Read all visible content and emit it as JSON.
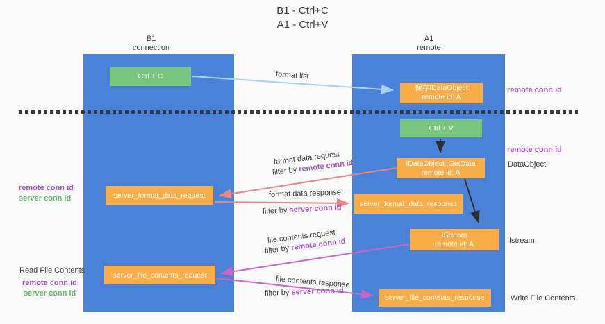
{
  "title": {
    "line1": "B1 - Ctrl+C",
    "line2": "A1 - Ctrl+V"
  },
  "lanes": {
    "b1": {
      "name": "B1",
      "subtitle": "connection"
    },
    "a1": {
      "name": "A1",
      "subtitle": "remote"
    }
  },
  "boxes": {
    "ctrl_c": {
      "label": "Ctrl + C"
    },
    "save_idataobject": {
      "line1": "保存IDataObject",
      "line2": "remote id: A"
    },
    "ctrl_v": {
      "label": "Ctrl + V"
    },
    "getdata": {
      "line1": "IDataObject::GetData",
      "line2": "remote id: A"
    },
    "server_format_data_request": {
      "label": "server_format_data_request"
    },
    "server_format_data_response": {
      "label": "server_format_data_response"
    },
    "istream": {
      "line1": "IStream",
      "line2": "remote id: A"
    },
    "server_file_contents_request": {
      "label": "server_file_contents_request"
    },
    "server_file_contents_response": {
      "label": "server_file_contents_response"
    }
  },
  "flows": {
    "format_list": {
      "label": "format list"
    },
    "format_data_request": {
      "label": "format data request",
      "filter_prefix": "filter by ",
      "filter_key": "remote conn id"
    },
    "format_data_response": {
      "label": "format data response",
      "filter_prefix": "filter by ",
      "filter_key": "server conn id"
    },
    "file_contents_request": {
      "label": "file contents request",
      "filter_prefix": "filter by ",
      "filter_key": "remote conn id"
    },
    "file_contents_response": {
      "label": "file contents response",
      "filter_prefix": "filter by ",
      "filter_key": "server conn id"
    }
  },
  "annotations": {
    "right_top_remote_conn_id": "remote conn id",
    "right_mid_remote_conn_id": "remote conn id",
    "right_dataobject": "DataObject",
    "right_istream": "Istream",
    "right_write_file_contents": "Write File Contents",
    "left_read_file_contents": "Read File Contents",
    "left_mid_remote_conn_id": "remote conn id",
    "left_mid_server_conn_id": "server conn id",
    "left_bottom_remote_conn_id": "remote conn id",
    "left_bottom_server_conn_id": "server conn id"
  },
  "colors": {
    "lane_blue": "#4a82d8",
    "box_orange": "#f8ad49",
    "box_green": "#79c67f",
    "arrow_salmon": "#e98585",
    "arrow_magenta": "#c964c9",
    "arrow_light_blue": "#a9d1ee",
    "arrow_black": "#2e2e2e",
    "label_purple": "#a551c5",
    "label_green": "#5cb762"
  }
}
